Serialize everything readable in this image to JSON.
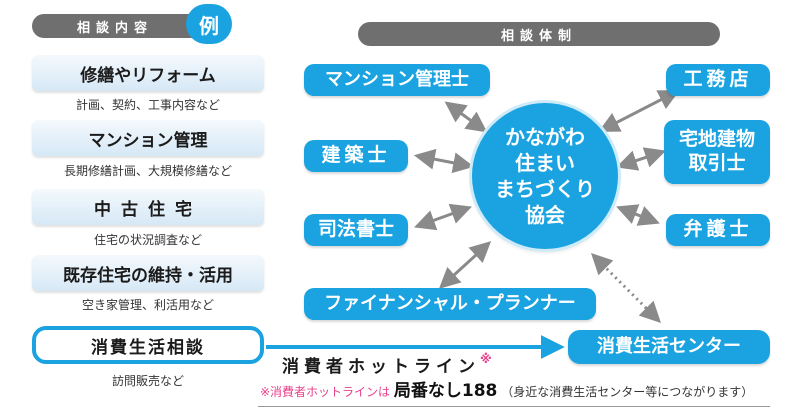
{
  "left_panel": {
    "header": "相談内容",
    "badge": "例",
    "items": [
      {
        "title": "修繕やリフォーム",
        "sub": "計画、契約、工事内容など"
      },
      {
        "title": "マンション管理",
        "sub": "長期修繕計画、大規模修繕など"
      },
      {
        "title": "中古住宅",
        "sub": "住宅の状況調査など"
      },
      {
        "title": "既存住宅の維持・活用",
        "sub": "空き家管理、利活用など"
      }
    ],
    "consumer": {
      "title": "消費生活相談",
      "sub": "訪問販売など"
    }
  },
  "right_panel": {
    "header": "相談体制",
    "center": {
      "lines": [
        "かながわ",
        "住まい",
        "まちづくり",
        "協会"
      ]
    },
    "nodes": {
      "manager": "マンション管理士",
      "contractor": "工務店",
      "architect": "建築士",
      "realestate_line1": "宅地建物",
      "realestate_line2": "取引士",
      "scrivener": "司法書士",
      "lawyer": "弁護士",
      "planner": "ファイナンシャル・プランナー",
      "consumer_center": "消費生活センター"
    }
  },
  "hotline": {
    "label": "消費者ホットライン",
    "mark": "※",
    "note_prefix": "※消費者ホットラインは",
    "note_number": "局番なし188",
    "note_suffix": "（身近な消費生活センター等につながります）"
  },
  "colors": {
    "accent": "#1aa3e0",
    "header_gray": "#6f6f70",
    "connector_gray": "#8a8a8a",
    "mark_pink": "#e8428c"
  }
}
